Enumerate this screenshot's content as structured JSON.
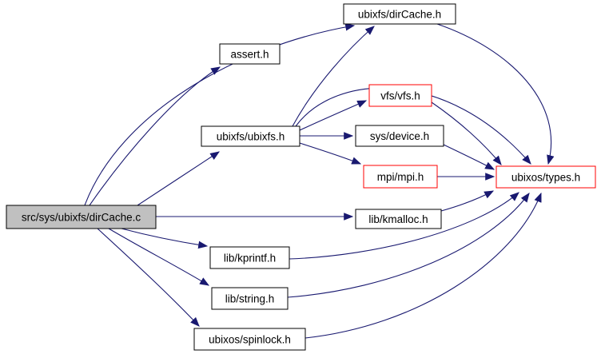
{
  "diagram": {
    "type": "include-dependency-graph",
    "background_color": "#ffffff",
    "edge_color": "#191970",
    "node_border_default": "#000000",
    "node_border_highlight": "#ff0000",
    "main_node_fill": "#c0c0c0",
    "node_fill": "#ffffff",
    "text_color": "#000000",
    "nodes": [
      {
        "id": "dirCache_c",
        "label": "src/sys/ubixfs/dirCache.c",
        "style": "main-gray"
      },
      {
        "id": "assert_h",
        "label": "assert.h",
        "style": "plain"
      },
      {
        "id": "dirCache_h",
        "label": "ubixfs/dirCache.h",
        "style": "plain"
      },
      {
        "id": "vfs_h",
        "label": "vfs/vfs.h",
        "style": "red-border"
      },
      {
        "id": "ubixfs_h",
        "label": "ubixfs/ubixfs.h",
        "style": "plain"
      },
      {
        "id": "device_h",
        "label": "sys/device.h",
        "style": "plain"
      },
      {
        "id": "mpi_h",
        "label": "mpi/mpi.h",
        "style": "red-border"
      },
      {
        "id": "types_h",
        "label": "ubixos/types.h",
        "style": "red-border"
      },
      {
        "id": "kmalloc_h",
        "label": "lib/kmalloc.h",
        "style": "plain"
      },
      {
        "id": "kprintf_h",
        "label": "lib/kprintf.h",
        "style": "plain"
      },
      {
        "id": "string_h",
        "label": "lib/string.h",
        "style": "plain"
      },
      {
        "id": "spinlock_h",
        "label": "ubixos/spinlock.h",
        "style": "plain"
      }
    ],
    "edges": [
      {
        "from": "dirCache_c",
        "to": "assert_h"
      },
      {
        "from": "dirCache_c",
        "to": "dirCache_h"
      },
      {
        "from": "dirCache_c",
        "to": "ubixfs_h"
      },
      {
        "from": "dirCache_c",
        "to": "kmalloc_h"
      },
      {
        "from": "dirCache_c",
        "to": "kprintf_h"
      },
      {
        "from": "dirCache_c",
        "to": "string_h"
      },
      {
        "from": "dirCache_c",
        "to": "spinlock_h"
      },
      {
        "from": "ubixfs_h",
        "to": "dirCache_h"
      },
      {
        "from": "ubixfs_h",
        "to": "vfs_h"
      },
      {
        "from": "ubixfs_h",
        "to": "device_h"
      },
      {
        "from": "ubixfs_h",
        "to": "mpi_h"
      },
      {
        "from": "ubixfs_h",
        "to": "types_h"
      },
      {
        "from": "dirCache_h",
        "to": "types_h"
      },
      {
        "from": "vfs_h",
        "to": "types_h"
      },
      {
        "from": "device_h",
        "to": "types_h"
      },
      {
        "from": "mpi_h",
        "to": "types_h"
      },
      {
        "from": "kmalloc_h",
        "to": "types_h"
      },
      {
        "from": "kprintf_h",
        "to": "types_h"
      },
      {
        "from": "string_h",
        "to": "types_h"
      },
      {
        "from": "spinlock_h",
        "to": "types_h"
      }
    ]
  }
}
